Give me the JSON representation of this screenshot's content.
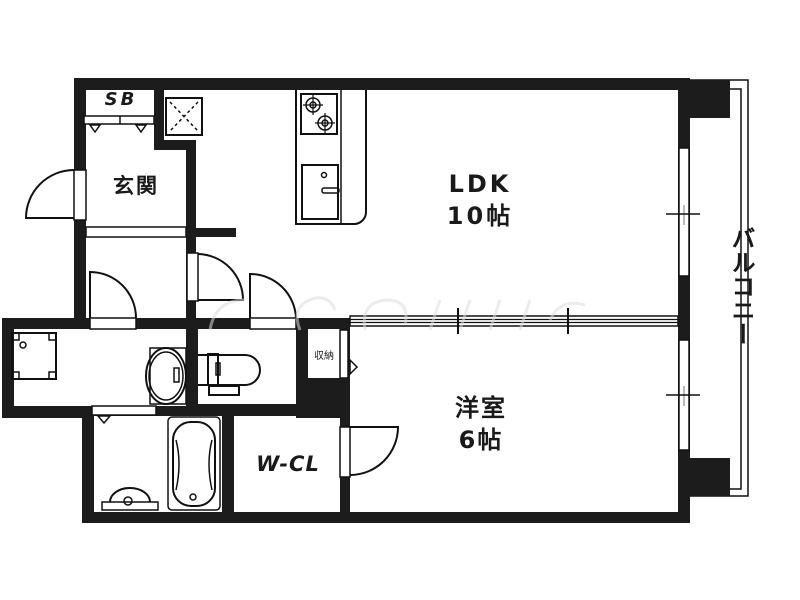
{
  "floor_plan": {
    "layout_type": "1LDK",
    "rooms": {
      "ldk": {
        "name": "LDK",
        "size": "10帖"
      },
      "western_room": {
        "name": "洋室",
        "size": "6帖"
      },
      "entrance": {
        "name": "玄関"
      },
      "shoe_box": {
        "name": "SB"
      },
      "walk_in_closet": {
        "name": "W-CL"
      },
      "storage": {
        "name": "収納"
      },
      "balcony": {
        "name": "バルコニー"
      }
    },
    "fixtures": [
      "kitchen-stove",
      "kitchen-sink",
      "toilet",
      "washbasin",
      "bathtub",
      "washing-machine-pan",
      "ventilation-shaft"
    ],
    "colors": {
      "wall": "#1c1c1c",
      "background": "#ffffff",
      "line": "#111111"
    }
  }
}
